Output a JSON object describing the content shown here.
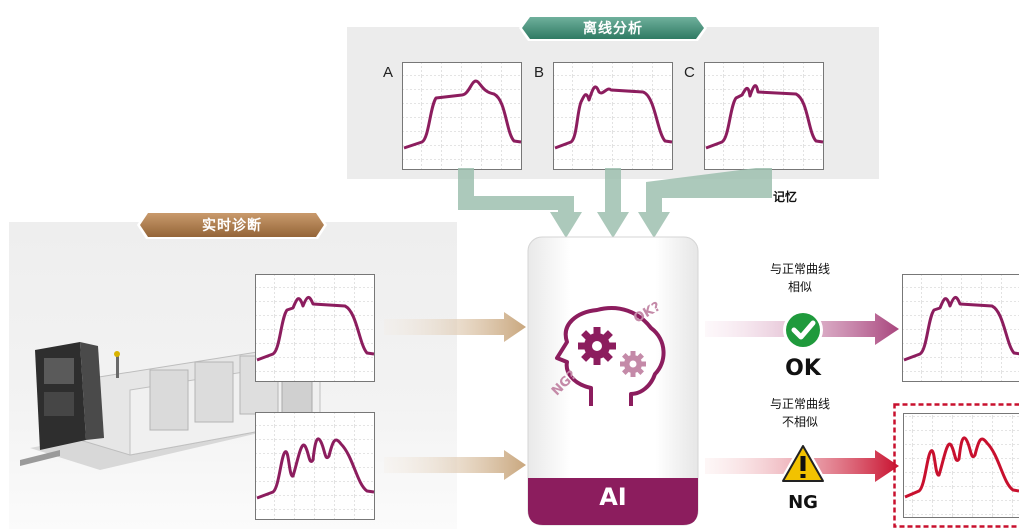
{
  "banners": {
    "offline": "离线分析",
    "realtime": "实时诊断"
  },
  "labels": {
    "a": "A",
    "b": "B",
    "c": "C",
    "memory": "记忆",
    "similar": [
      "与正常曲线",
      "相似"
    ],
    "not_similar": [
      "与正常曲线",
      "不相似"
    ],
    "ok": "OK",
    "ng": "NG",
    "ai": "AI",
    "brain_ok": "OK?",
    "brain_ng": "NG?"
  },
  "colors": {
    "curve_normal": "#8c1d5e",
    "curve_ng": "#c8102e",
    "banner_green": "#3f8b74",
    "banner_brown": "#a8794d",
    "ai_bar": "#8c1d5e",
    "ok_badge": "#1f9a3c",
    "warning_badge": "#f2c200"
  },
  "icons": {
    "ok": "check-mark-icon",
    "ng": "exclamation-warning-icon",
    "brain": "brain-gears-icon"
  }
}
